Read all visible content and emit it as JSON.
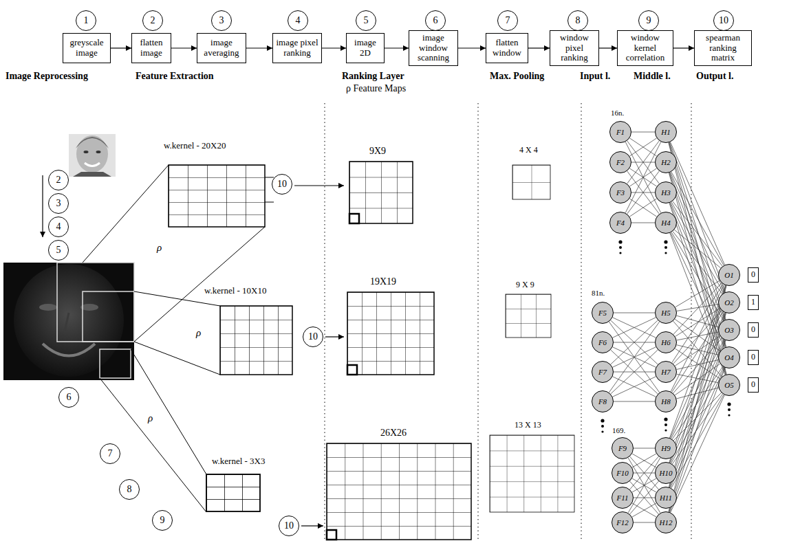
{
  "diagram": {
    "nodes": [
      {
        "text": [
          "1"
        ]
      },
      {
        "text": [
          "2"
        ]
      },
      {
        "text": [
          "3"
        ]
      },
      {
        "text": [
          "4"
        ]
      },
      {
        "text": [
          "5"
        ]
      },
      {
        "text": [
          "6"
        ]
      },
      {
        "text": [
          "7"
        ]
      },
      {
        "text": [
          "8"
        ]
      },
      {
        "text": [
          "9"
        ]
      },
      {
        "text": [
          "10"
        ]
      },
      {
        "text": [
          "greyscale image"
        ]
      },
      {
        "text": [
          "flatten image"
        ]
      },
      {
        "text": [
          "image averaging"
        ]
      },
      {
        "text": [
          "image pixel ranking"
        ]
      },
      {
        "text": [
          "image 2D"
        ]
      },
      {
        "text": [
          "image window scanning"
        ]
      },
      {
        "text": [
          "flatten window"
        ]
      },
      {
        "text": [
          "window pixel ranking"
        ]
      },
      {
        "text": [
          "window kernel correlation"
        ]
      },
      {
        "text": [
          "spearman ranking matrix"
        ]
      },
      {
        "text": [
          "2"
        ]
      },
      {
        "text": [
          "3"
        ]
      },
      {
        "text": [
          "4"
        ]
      },
      {
        "text": [
          "5"
        ]
      },
      {
        "text": [
          "6"
        ]
      },
      {
        "text": [
          "7"
        ]
      },
      {
        "text": [
          "8"
        ]
      },
      {
        "text": [
          "9"
        ]
      },
      {
        "text": [
          "10"
        ]
      },
      {
        "text": [
          "10"
        ]
      },
      {
        "text": [
          "10"
        ]
      },
      {
        "text": [
          "F1"
        ]
      },
      {
        "text": [
          "F2"
        ]
      },
      {
        "text": [
          "F3"
        ]
      },
      {
        "text": [
          "F4"
        ]
      },
      {
        "text": [
          "F5"
        ]
      },
      {
        "text": [
          "F6"
        ]
      },
      {
        "text": [
          "F7"
        ]
      },
      {
        "text": [
          "F8"
        ]
      },
      {
        "text": [
          "F9"
        ]
      },
      {
        "text": [
          "F10"
        ]
      },
      {
        "text": [
          "F11"
        ]
      },
      {
        "text": [
          "F12"
        ]
      },
      {
        "text": [
          "H1"
        ]
      },
      {
        "text": [
          "H2"
        ]
      },
      {
        "text": [
          "H3"
        ]
      },
      {
        "text": [
          "H4"
        ]
      },
      {
        "text": [
          "H5"
        ]
      },
      {
        "text": [
          "H6"
        ]
      },
      {
        "text": [
          "H7"
        ]
      },
      {
        "text": [
          "H8"
        ]
      },
      {
        "text": [
          "H9"
        ]
      },
      {
        "text": [
          "H10"
        ]
      },
      {
        "text": [
          "H11"
        ]
      },
      {
        "text": [
          "H12"
        ]
      },
      {
        "text": [
          "O1"
        ]
      },
      {
        "text": [
          "O2"
        ]
      },
      {
        "text": [
          "O3"
        ]
      },
      {
        "text": [
          "O4"
        ]
      },
      {
        "text": [
          "O5"
        ]
      },
      {
        "text": [
          "0"
        ]
      },
      {
        "text": [
          "1"
        ]
      },
      {
        "text": [
          "0"
        ]
      },
      {
        "text": [
          "0"
        ]
      },
      {
        "text": [
          "0"
        ]
      }
    ],
    "edges": [
      {
        "from": 10,
        "to": 11,
        "arrow": "to"
      },
      {
        "from": 11,
        "to": 12,
        "arrow": "to"
      },
      {
        "from": 12,
        "to": 13,
        "arrow": "to"
      },
      {
        "from": 13,
        "to": 14,
        "arrow": "to"
      },
      {
        "from": 14,
        "to": 15,
        "arrow": "to"
      },
      {
        "from": 15,
        "to": 16,
        "arrow": "to"
      },
      {
        "from": 16,
        "to": 17,
        "arrow": "to"
      },
      {
        "from": 17,
        "to": 18,
        "arrow": "to"
      },
      {
        "from": 18,
        "to": 19,
        "arrow": "to"
      },
      {
        "from": 31,
        "to": 43,
        "arrow": "none"
      },
      {
        "from": 31,
        "to": 44,
        "arrow": "none"
      },
      {
        "from": 31,
        "to": 45,
        "arrow": "none"
      },
      {
        "from": 31,
        "to": 46,
        "arrow": "none"
      },
      {
        "from": 32,
        "to": 43,
        "arrow": "none"
      },
      {
        "from": 32,
        "to": 44,
        "arrow": "none"
      },
      {
        "from": 32,
        "to": 45,
        "arrow": "none"
      },
      {
        "from": 32,
        "to": 46,
        "arrow": "none"
      },
      {
        "from": 33,
        "to": 43,
        "arrow": "none"
      },
      {
        "from": 33,
        "to": 44,
        "arrow": "none"
      },
      {
        "from": 33,
        "to": 45,
        "arrow": "none"
      },
      {
        "from": 33,
        "to": 46,
        "arrow": "none"
      },
      {
        "from": 34,
        "to": 43,
        "arrow": "none"
      },
      {
        "from": 34,
        "to": 44,
        "arrow": "none"
      },
      {
        "from": 34,
        "to": 45,
        "arrow": "none"
      },
      {
        "from": 34,
        "to": 46,
        "arrow": "none"
      },
      {
        "from": 35,
        "to": 47,
        "arrow": "none"
      },
      {
        "from": 35,
        "to": 48,
        "arrow": "none"
      },
      {
        "from": 35,
        "to": 49,
        "arrow": "none"
      },
      {
        "from": 35,
        "to": 50,
        "arrow": "none"
      },
      {
        "from": 36,
        "to": 47,
        "arrow": "none"
      },
      {
        "from": 36,
        "to": 48,
        "arrow": "none"
      },
      {
        "from": 36,
        "to": 49,
        "arrow": "none"
      },
      {
        "from": 36,
        "to": 50,
        "arrow": "none"
      },
      {
        "from": 37,
        "to": 47,
        "arrow": "none"
      },
      {
        "from": 37,
        "to": 48,
        "arrow": "none"
      },
      {
        "from": 37,
        "to": 49,
        "arrow": "none"
      },
      {
        "from": 37,
        "to": 50,
        "arrow": "none"
      },
      {
        "from": 38,
        "to": 47,
        "arrow": "none"
      },
      {
        "from": 38,
        "to": 48,
        "arrow": "none"
      },
      {
        "from": 38,
        "to": 49,
        "arrow": "none"
      },
      {
        "from": 38,
        "to": 50,
        "arrow": "none"
      },
      {
        "from": 39,
        "to": 51,
        "arrow": "none"
      },
      {
        "from": 39,
        "to": 52,
        "arrow": "none"
      },
      {
        "from": 39,
        "to": 53,
        "arrow": "none"
      },
      {
        "from": 39,
        "to": 54,
        "arrow": "none"
      },
      {
        "from": 40,
        "to": 51,
        "arrow": "none"
      },
      {
        "from": 40,
        "to": 52,
        "arrow": "none"
      },
      {
        "from": 40,
        "to": 53,
        "arrow": "none"
      },
      {
        "from": 40,
        "to": 54,
        "arrow": "none"
      },
      {
        "from": 41,
        "to": 51,
        "arrow": "none"
      },
      {
        "from": 41,
        "to": 52,
        "arrow": "none"
      },
      {
        "from": 41,
        "to": 53,
        "arrow": "none"
      },
      {
        "from": 41,
        "to": 54,
        "arrow": "none"
      },
      {
        "from": 42,
        "to": 51,
        "arrow": "none"
      },
      {
        "from": 42,
        "to": 52,
        "arrow": "none"
      },
      {
        "from": 42,
        "to": 53,
        "arrow": "none"
      },
      {
        "from": 42,
        "to": 54,
        "arrow": "none"
      },
      {
        "from": 43,
        "to": 55,
        "arrow": "none"
      },
      {
        "from": 43,
        "to": 56,
        "arrow": "none"
      },
      {
        "from": 43,
        "to": 57,
        "arrow": "none"
      },
      {
        "from": 43,
        "to": 58,
        "arrow": "none"
      },
      {
        "from": 43,
        "to": 59,
        "arrow": "none"
      },
      {
        "from": 44,
        "to": 55,
        "arrow": "none"
      },
      {
        "from": 44,
        "to": 56,
        "arrow": "none"
      },
      {
        "from": 44,
        "to": 57,
        "arrow": "none"
      },
      {
        "from": 44,
        "to": 58,
        "arrow": "none"
      },
      {
        "from": 44,
        "to": 59,
        "arrow": "none"
      },
      {
        "from": 45,
        "to": 55,
        "arrow": "none"
      },
      {
        "from": 45,
        "to": 56,
        "arrow": "none"
      },
      {
        "from": 45,
        "to": 57,
        "arrow": "none"
      },
      {
        "from": 45,
        "to": 58,
        "arrow": "none"
      },
      {
        "from": 45,
        "to": 59,
        "arrow": "none"
      },
      {
        "from": 46,
        "to": 55,
        "arrow": "none"
      },
      {
        "from": 46,
        "to": 56,
        "arrow": "none"
      },
      {
        "from": 46,
        "to": 57,
        "arrow": "none"
      },
      {
        "from": 46,
        "to": 58,
        "arrow": "none"
      },
      {
        "from": 46,
        "to": 59,
        "arrow": "none"
      },
      {
        "from": 47,
        "to": 55,
        "arrow": "none"
      },
      {
        "from": 47,
        "to": 56,
        "arrow": "none"
      },
      {
        "from": 47,
        "to": 57,
        "arrow": "none"
      },
      {
        "from": 47,
        "to": 58,
        "arrow": "none"
      },
      {
        "from": 47,
        "to": 59,
        "arrow": "none"
      },
      {
        "from": 48,
        "to": 55,
        "arrow": "none"
      },
      {
        "from": 48,
        "to": 56,
        "arrow": "none"
      },
      {
        "from": 48,
        "to": 57,
        "arrow": "none"
      },
      {
        "from": 48,
        "to": 58,
        "arrow": "none"
      },
      {
        "from": 48,
        "to": 59,
        "arrow": "none"
      },
      {
        "from": 49,
        "to": 55,
        "arrow": "none"
      },
      {
        "from": 49,
        "to": 56,
        "arrow": "none"
      },
      {
        "from": 49,
        "to": 57,
        "arrow": "none"
      },
      {
        "from": 49,
        "to": 58,
        "arrow": "none"
      },
      {
        "from": 49,
        "to": 59,
        "arrow": "none"
      },
      {
        "from": 50,
        "to": 55,
        "arrow": "none"
      },
      {
        "from": 50,
        "to": 56,
        "arrow": "none"
      },
      {
        "from": 50,
        "to": 57,
        "arrow": "none"
      },
      {
        "from": 50,
        "to": 58,
        "arrow": "none"
      },
      {
        "from": 50,
        "to": 59,
        "arrow": "none"
      },
      {
        "from": 51,
        "to": 55,
        "arrow": "none"
      },
      {
        "from": 51,
        "to": 56,
        "arrow": "none"
      },
      {
        "from": 51,
        "to": 57,
        "arrow": "none"
      },
      {
        "from": 51,
        "to": 58,
        "arrow": "none"
      },
      {
        "from": 51,
        "to": 59,
        "arrow": "none"
      },
      {
        "from": 52,
        "to": 55,
        "arrow": "none"
      },
      {
        "from": 52,
        "to": 56,
        "arrow": "none"
      },
      {
        "from": 52,
        "to": 57,
        "arrow": "none"
      },
      {
        "from": 52,
        "to": 58,
        "arrow": "none"
      },
      {
        "from": 52,
        "to": 59,
        "arrow": "none"
      },
      {
        "from": 53,
        "to": 55,
        "arrow": "none"
      },
      {
        "from": 53,
        "to": 56,
        "arrow": "none"
      },
      {
        "from": 53,
        "to": 57,
        "arrow": "none"
      },
      {
        "from": 53,
        "to": 58,
        "arrow": "none"
      },
      {
        "from": 53,
        "to": 59,
        "arrow": "none"
      },
      {
        "from": 54,
        "to": 55,
        "arrow": "none"
      },
      {
        "from": 54,
        "to": 56,
        "arrow": "none"
      },
      {
        "from": 54,
        "to": 57,
        "arrow": "none"
      },
      {
        "from": 54,
        "to": 58,
        "arrow": "none"
      },
      {
        "from": 54,
        "to": 59,
        "arrow": "none"
      }
    ],
    "labels": [
      "Image Reprocessing",
      "Feature Extraction",
      "Ranking Layer",
      "ρ Feature Maps",
      "Max. Pooling",
      "Input l.",
      "Middle l.",
      "Output l.",
      "w.kernel - 20X20",
      "w.kernel - 10X10",
      "w.kernel - 3X3",
      "ρ",
      "ρ",
      "ρ",
      "9X9",
      "19X19",
      "26X26",
      "4 X 4",
      "9 X 9",
      "13 X 13",
      "16n.",
      "81n.",
      "169."
    ]
  }
}
